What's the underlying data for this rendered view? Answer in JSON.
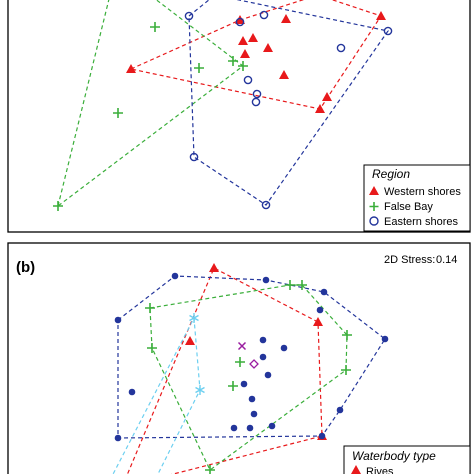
{
  "colors": {
    "western": "#e8191b",
    "falsebay": "#3aae3a",
    "eastern": "#23359b",
    "estuary": "#9a1ea0",
    "lightblue": "#6ccff0"
  },
  "chart_data": [
    {
      "type": "scatter",
      "panel_label": "",
      "title": "",
      "xlabel": "",
      "ylabel": "",
      "legend": {
        "title": "Region",
        "position": "bottom-right",
        "entries": [
          "Western shores",
          "False Bay",
          "Eastern shores"
        ]
      },
      "series": [
        {
          "name": "Western shores",
          "marker": "triangle",
          "color": "#e8191b",
          "hull": true,
          "points": [
            [
              131,
              69
            ],
            [
              240,
              20
            ],
            [
              286,
              19
            ],
            [
              243,
              41
            ],
            [
              253,
              38
            ],
            [
              268,
              48
            ],
            [
              245,
              54
            ],
            [
              284,
              75
            ],
            [
              320,
              109
            ],
            [
              327,
              97
            ],
            [
              381,
              16
            ],
            [
              318,
              -5
            ]
          ]
        },
        {
          "name": "False Bay",
          "marker": "plus",
          "color": "#3aae3a",
          "hull": true,
          "points": [
            [
              58,
              206
            ],
            [
              118,
              113
            ],
            [
              155,
              27
            ],
            [
              199,
              68
            ],
            [
              233,
              61
            ],
            [
              243,
              66
            ],
            [
              150,
              -5
            ],
            [
              110,
              -5
            ]
          ]
        },
        {
          "name": "Eastern shores",
          "marker": "circle",
          "color": "#23359b",
          "hull": true,
          "points": [
            [
              189,
              16
            ],
            [
              194,
              157
            ],
            [
              266,
              205
            ],
            [
              388,
              31
            ],
            [
              341,
              48
            ],
            [
              264,
              15
            ],
            [
              240,
              22
            ],
            [
              248,
              80
            ],
            [
              257,
              94
            ],
            [
              256,
              102
            ],
            [
              215,
              -5
            ]
          ]
        }
      ]
    },
    {
      "type": "scatter",
      "panel_label": "(b)",
      "stress_label": "2D Stress:",
      "stress_value": "0.14",
      "legend": {
        "title": "Waterbody type",
        "position": "bottom-right",
        "entries": [
          "Rives"
        ]
      },
      "series": [
        {
          "name": "Rives",
          "marker": "triangle",
          "color": "#e8191b",
          "hull": true,
          "points": [
            [
              214,
              268
            ],
            [
              318,
              322
            ],
            [
              322,
              436
            ],
            [
              190,
              341
            ],
            [
              150,
              480
            ],
            [
              125,
              480
            ]
          ]
        },
        {
          "marker": "circle-filled",
          "color": "#23359b",
          "hull": true,
          "points": [
            [
              175,
              276
            ],
            [
              266,
              280
            ],
            [
              324,
              292
            ],
            [
              385,
              339
            ],
            [
              340,
              410
            ],
            [
              322,
              436
            ],
            [
              272,
              426
            ],
            [
              118,
              438
            ],
            [
              118,
              320
            ],
            [
              132,
              392
            ],
            [
              263,
              340
            ],
            [
              284,
              348
            ],
            [
              263,
              357
            ],
            [
              268,
              375
            ],
            [
              244,
              384
            ],
            [
              252,
              399
            ],
            [
              254,
              414
            ],
            [
              250,
              428
            ],
            [
              234,
              428
            ],
            [
              320,
              310
            ]
          ]
        },
        {
          "marker": "plus",
          "color": "#3aae3a",
          "hull": true,
          "points": [
            [
              290,
              285
            ],
            [
              302,
              285
            ],
            [
              347,
              335
            ],
            [
              346,
              370
            ],
            [
              233,
              386
            ],
            [
              150,
              308
            ],
            [
              152,
              348
            ],
            [
              240,
              362
            ],
            [
              210,
              470
            ]
          ]
        },
        {
          "marker": "asterisk",
          "color": "#6ccff0",
          "hull": true,
          "points": [
            [
              194,
              318
            ],
            [
              200,
              390
            ],
            [
              155,
              480
            ],
            [
              110,
              480
            ]
          ]
        },
        {
          "marker": "cross",
          "color": "#9a1ea0",
          "hull": false,
          "points": [
            [
              242,
              346
            ]
          ]
        },
        {
          "marker": "diamond",
          "color": "#9a1ea0",
          "hull": false,
          "points": [
            [
              254,
              364
            ]
          ]
        }
      ]
    }
  ]
}
